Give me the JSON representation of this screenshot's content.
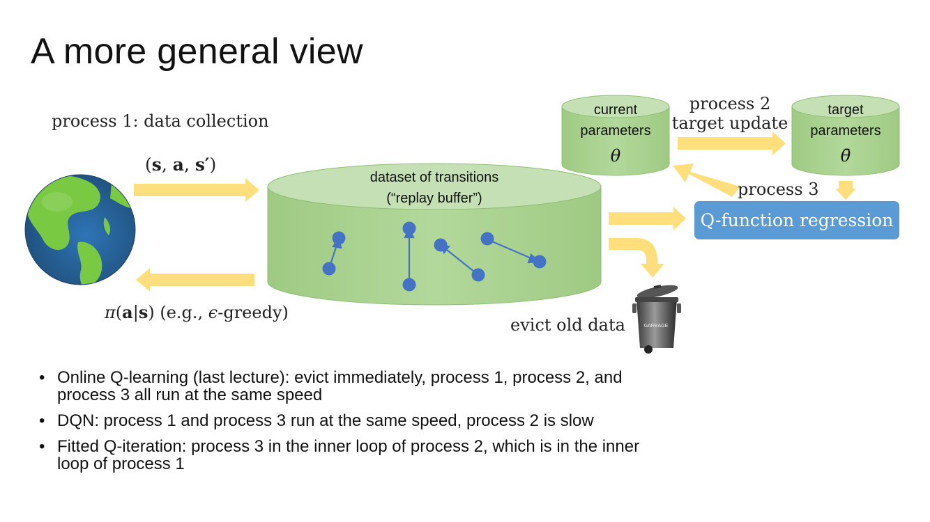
{
  "title": "A more general view",
  "process1_label": "process 1: data collection",
  "transition_tuple": {
    "open": "(",
    "s": "s",
    "a": "a",
    "sprime": "s′",
    "close": ")"
  },
  "policy_label": {
    "pi": "π",
    "rest": "(e.g., ",
    "eps": "ϵ",
    "tail": "-greedy)"
  },
  "dataset": {
    "line1": "dataset of transitions",
    "line2": "(“replay buffer”)"
  },
  "current_params": {
    "line1": "current",
    "line2": "parameters",
    "symbol": "θ"
  },
  "target_params": {
    "line1": "target",
    "line2": "parameters",
    "symbol": "θ̄"
  },
  "process2": {
    "line1": "process 2",
    "line2": "target update"
  },
  "process3": "process 3",
  "regression": "Q-function regression",
  "evict_label": "evict old data",
  "garbage_text": "GARBAGE",
  "bullets": [
    "Online Q-learning (last lecture): evict immediately, process 1, process 2, and process 3 all run at the same speed",
    "DQN: process 1 and process 3 run at the same speed, process 2 is slow",
    "Fitted Q-iteration: process 3 in the inner loop of process 2, which is in the inner loop of process 1"
  ],
  "colors": {
    "cylinder_fill": "#a9d18e",
    "cylinder_top": "#c5e0b4",
    "arrow": "#ffd966",
    "node": "#4472c4",
    "box": "#5b9bd5"
  }
}
